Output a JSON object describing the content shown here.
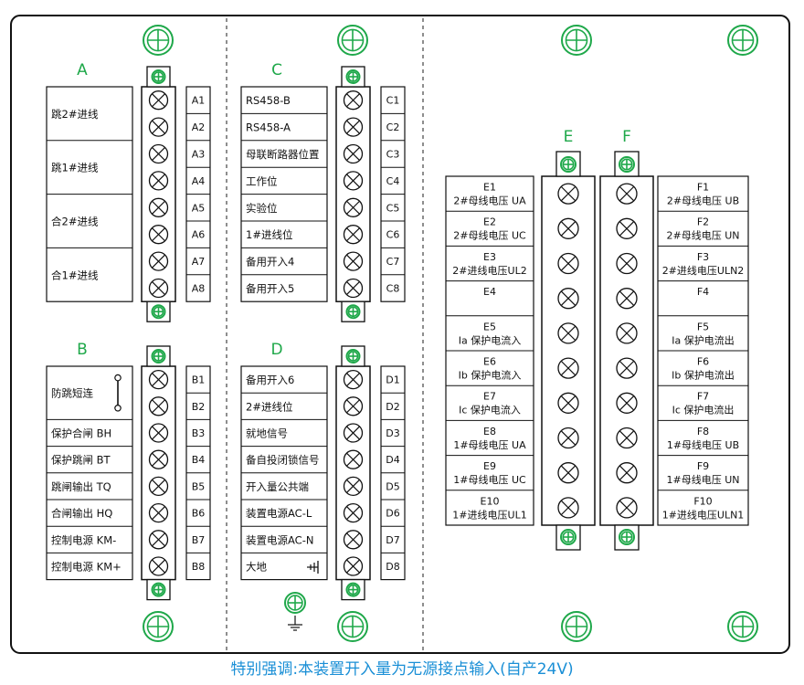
{
  "panel": {
    "groups": {
      "A": {
        "letter": "A",
        "labels": [
          "跳2#进线",
          "跳1#进线",
          "合2#进线",
          "合1#进线"
        ],
        "terminals": [
          "A1",
          "A2",
          "A3",
          "A4",
          "A5",
          "A6",
          "A7",
          "A8"
        ]
      },
      "B": {
        "letter": "B",
        "labels": [
          "防跳短连",
          "保护合闸 BH",
          "保护跳闸 BT",
          "跳闸输出 TQ",
          "合闸输出 HQ",
          "控制电源 KM-",
          "控制电源 KM+"
        ],
        "terminals": [
          "B1",
          "B2",
          "B3",
          "B4",
          "B5",
          "B6",
          "B7",
          "B8"
        ]
      },
      "C": {
        "letter": "C",
        "labels": [
          "RS458-B",
          "RS458-A",
          "母联断路器位置",
          "工作位",
          "实验位",
          "1#进线位",
          "备用开入4",
          "备用开入5"
        ],
        "terminals": [
          "C1",
          "C2",
          "C3",
          "C4",
          "C5",
          "C6",
          "C7",
          "C8"
        ]
      },
      "D": {
        "letter": "D",
        "labels": [
          "备用开入6",
          "2#进线位",
          "就地信号",
          "备自投闭锁信号",
          "开入量公共端",
          "装置电源AC-L",
          "装置电源AC-N",
          "大地"
        ],
        "terminals": [
          "D1",
          "D2",
          "D3",
          "D4",
          "D5",
          "D6",
          "D7",
          "D8"
        ]
      },
      "E": {
        "letter": "E",
        "rows": [
          {
            "id": "E1",
            "label": "2#母线电压 UA"
          },
          {
            "id": "E2",
            "label": "2#母线电压 UC"
          },
          {
            "id": "E3",
            "label": "2#进线电压UL2"
          },
          {
            "id": "E4",
            "label": ""
          },
          {
            "id": "E5",
            "label": "Ia 保护电流入"
          },
          {
            "id": "E6",
            "label": "Ib 保护电流入"
          },
          {
            "id": "E7",
            "label": "Ic 保护电流入"
          },
          {
            "id": "E8",
            "label": "1#母线电压 UA"
          },
          {
            "id": "E9",
            "label": "1#母线电压 UC"
          },
          {
            "id": "E10",
            "label": "1#进线电压UL1"
          }
        ]
      },
      "F": {
        "letter": "F",
        "rows": [
          {
            "id": "F1",
            "label": "2#母线电压 UB"
          },
          {
            "id": "F2",
            "label": "2#母线电压 UN"
          },
          {
            "id": "F3",
            "label": "2#进线电压ULN2"
          },
          {
            "id": "F4",
            "label": ""
          },
          {
            "id": "F5",
            "label": "Ia 保护电流出"
          },
          {
            "id": "F6",
            "label": "Ib 保护电流出"
          },
          {
            "id": "F7",
            "label": "Ic 保护电流出"
          },
          {
            "id": "F8",
            "label": "1#母线电压 UB"
          },
          {
            "id": "F9",
            "label": "1#母线电压 UN"
          },
          {
            "id": "F10",
            "label": "1#进线电压ULN1"
          }
        ]
      }
    },
    "colors": {
      "green": "#1fa84a",
      "line": "#111111",
      "note": "#1a8fd6"
    }
  },
  "footer_note": "特别强调:本装置开入量为无源接点输入(自产24V)"
}
